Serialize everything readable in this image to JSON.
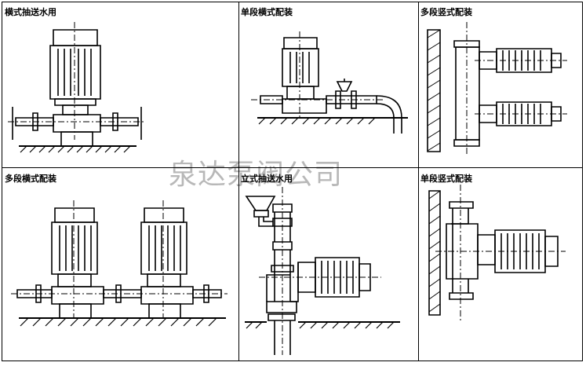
{
  "panels": [
    {
      "label": "横式抽送水用"
    },
    {
      "label": "单段横式配装"
    },
    {
      "label": "多段竖式配装"
    },
    {
      "label": "多段横式配装"
    },
    {
      "label": "立式抽送水用"
    },
    {
      "label": "单段竖式配装"
    }
  ],
  "watermark": "泉达泵阀公司"
}
